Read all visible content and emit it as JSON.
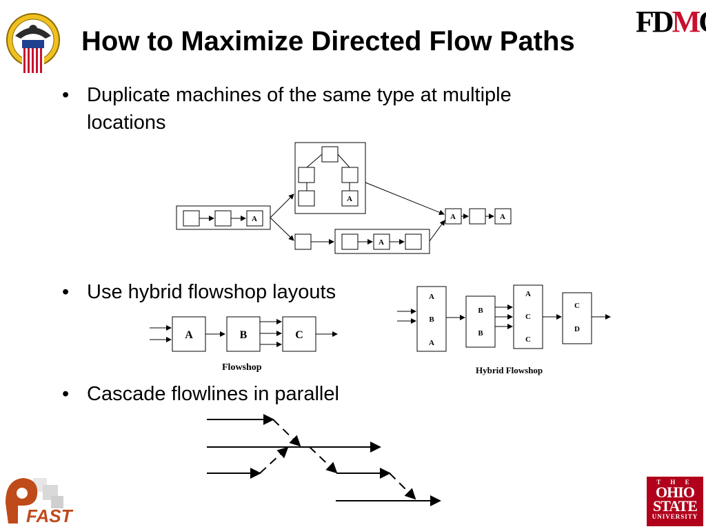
{
  "slide": {
    "title": "How to Maximize Directed Flow Paths",
    "bullets": [
      {
        "text": "Duplicate machines of the same type at multiple"
      },
      {
        "text": "locations"
      },
      {
        "text": "Use hybrid flowshop layouts"
      },
      {
        "text": "Cascade flowlines in parallel"
      }
    ],
    "bullet_symbol": "•"
  },
  "logos": {
    "fdmc": {
      "prefix": "FD",
      "mid": "M",
      "suffix": "C"
    },
    "osu": {
      "the": "T H E",
      "line1": "OHIO",
      "line2": "STATE",
      "line3": "UNIVERSITY",
      "color": "#b1001b"
    },
    "fast": {
      "text": "FAST",
      "color": "#bf4a1a"
    },
    "dla": {
      "icon": "defense-logistics-agency-seal"
    }
  },
  "diagram1": {
    "labels": {
      "top_right": "A",
      "left_a": "A",
      "mid_a": "A",
      "right_a1": "A",
      "right_a2": "A"
    }
  },
  "flowshop": {
    "machines": [
      "A",
      "B",
      "C"
    ],
    "caption": "Flowshop"
  },
  "hybrid": {
    "stages": [
      [
        "A",
        "B",
        "A"
      ],
      [
        "B",
        "B"
      ],
      [
        "A",
        "C",
        "C"
      ],
      [
        "C",
        "D"
      ]
    ],
    "caption": "Hybrid Flowshop"
  }
}
